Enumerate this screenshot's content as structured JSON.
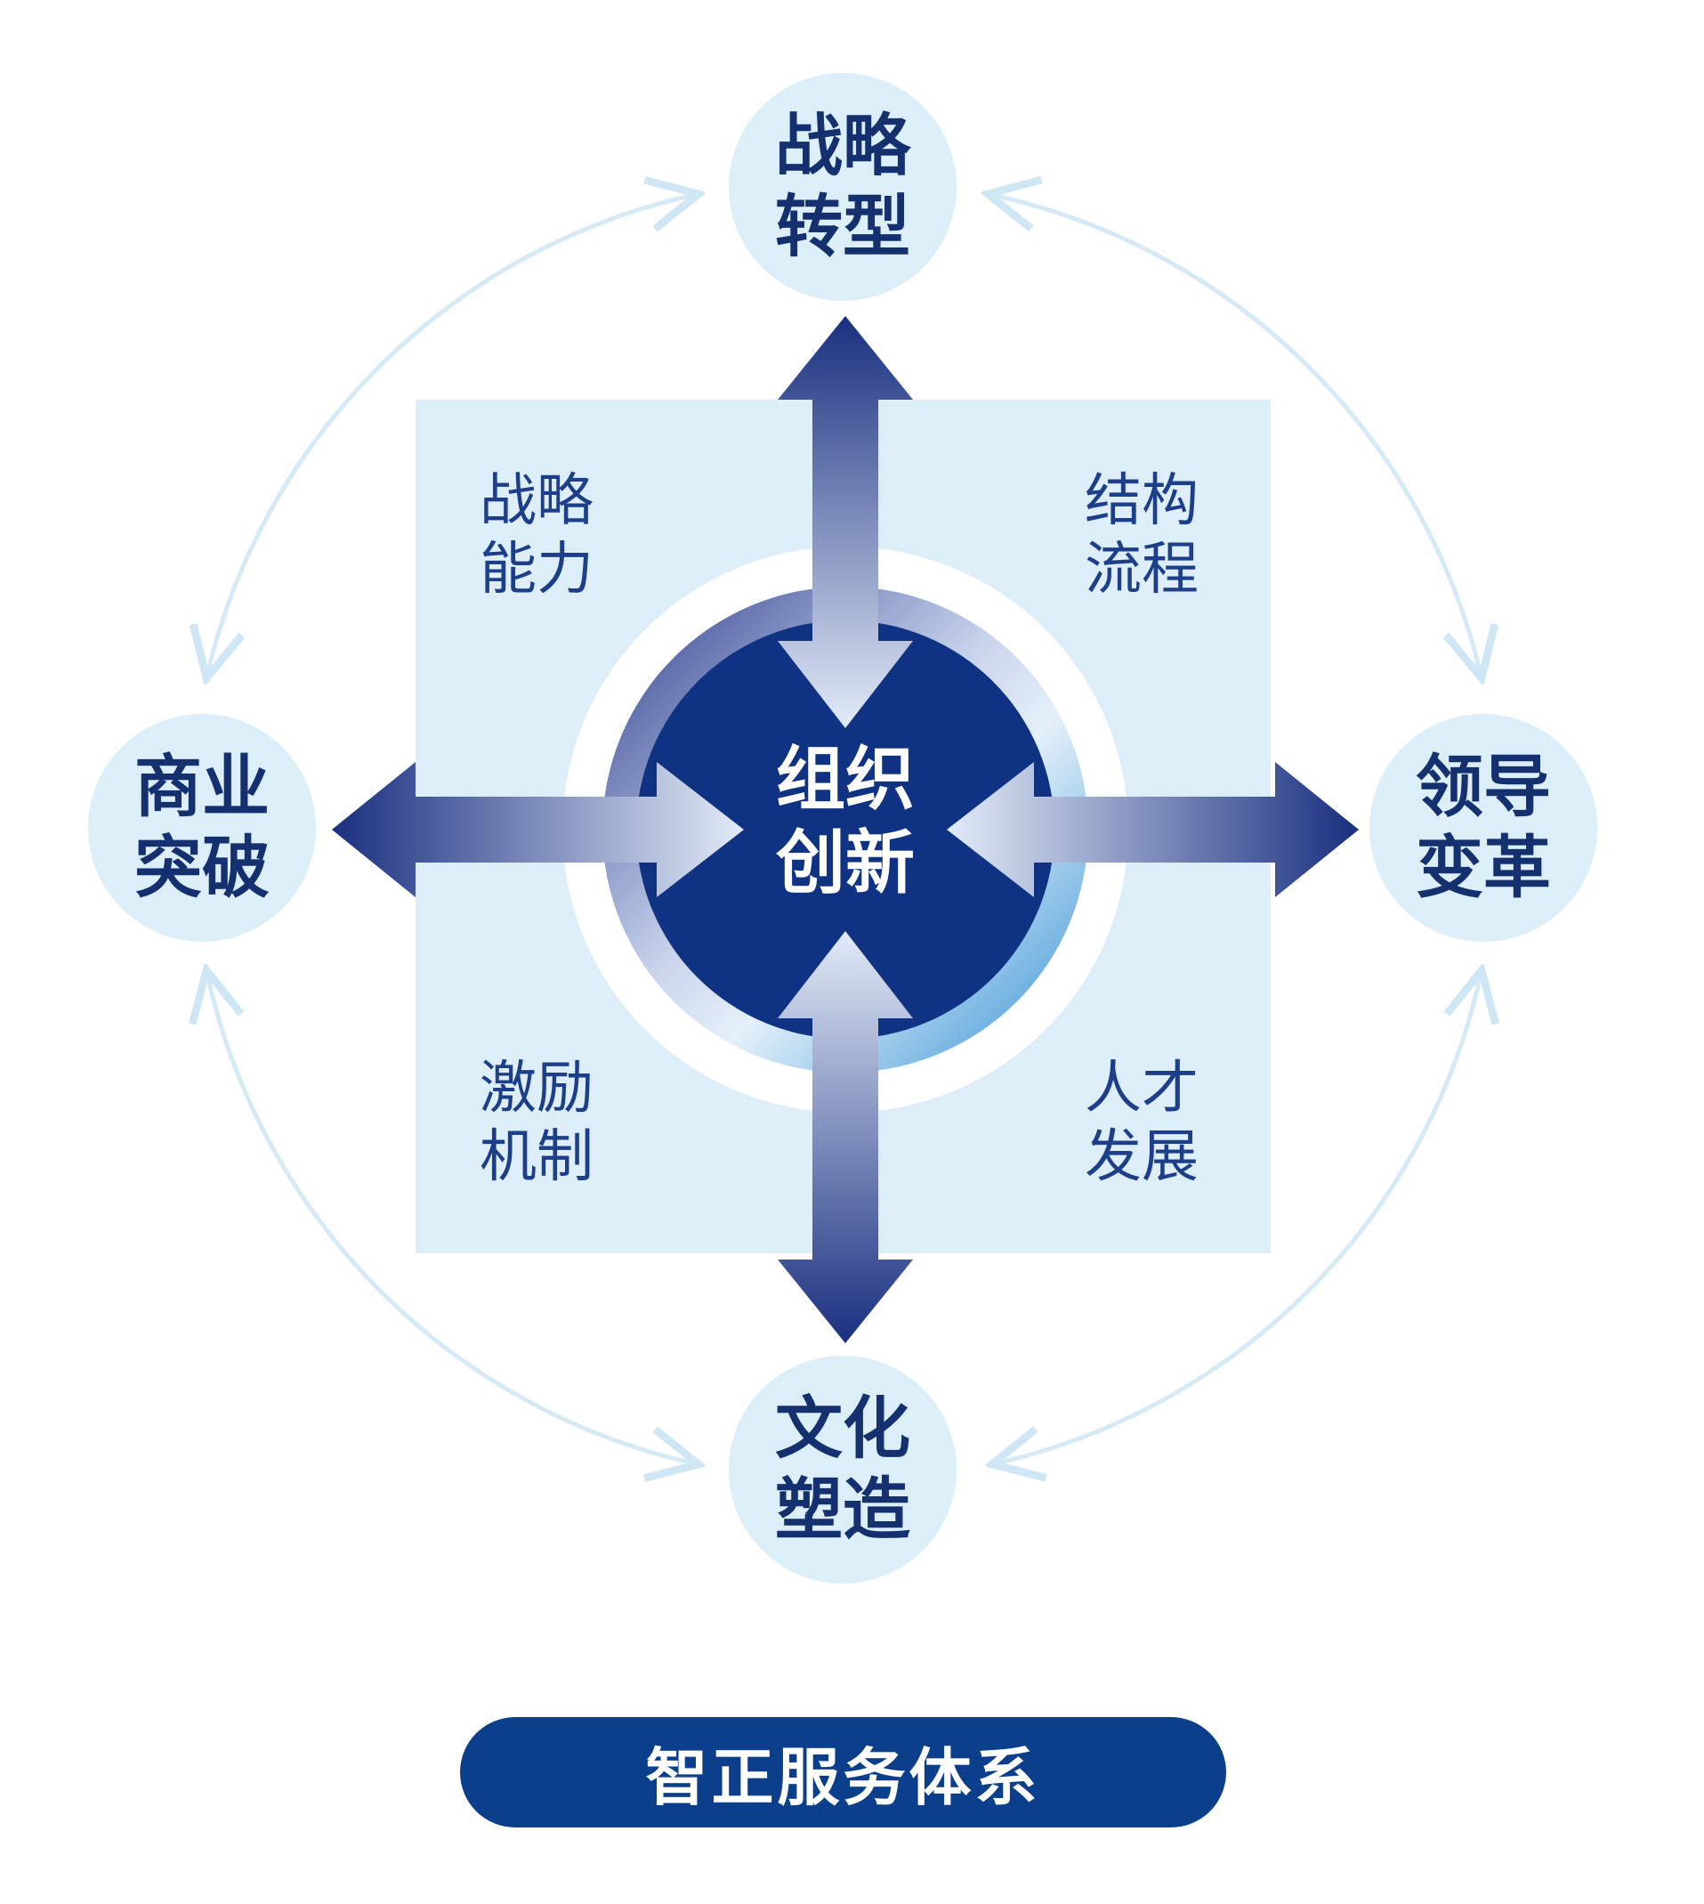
{
  "center": {
    "line1": "组织",
    "line2": "创新"
  },
  "outer_nodes": {
    "top": {
      "line1": "战略",
      "line2": "转型"
    },
    "left": {
      "line1": "商业",
      "line2": "突破"
    },
    "right": {
      "line1": "领导",
      "line2": "变革"
    },
    "bottom": {
      "line1": "文化",
      "line2": "塑造"
    }
  },
  "quadrants": {
    "top_left": {
      "line1": "战略",
      "line2": "能力"
    },
    "top_right": {
      "line1": "结构",
      "line2": "流程"
    },
    "bottom_left": {
      "line1": "激励",
      "line2": "机制"
    },
    "bottom_right": {
      "line1": "人才",
      "line2": "发展"
    }
  },
  "footer": {
    "title": "智正服务体系"
  },
  "colors": {
    "dark_blue": "#0f3282",
    "light_panel": "#ddeef9",
    "pill": "#0b3f8c"
  }
}
